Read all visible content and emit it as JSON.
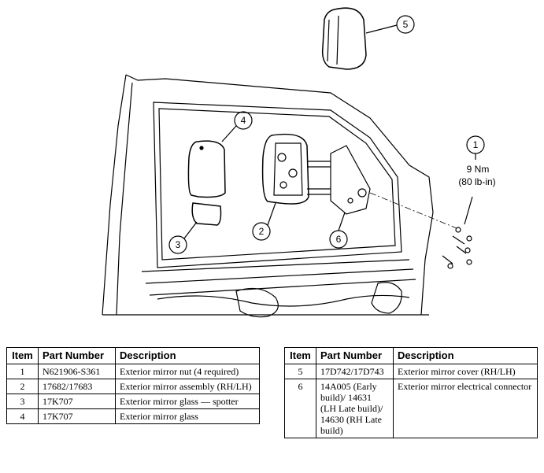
{
  "callouts": [
    {
      "label": "1"
    },
    {
      "label": "2"
    },
    {
      "label": "3"
    },
    {
      "label": "4"
    },
    {
      "label": "5"
    },
    {
      "label": "6"
    }
  ],
  "torque": {
    "line1": "9 Nm",
    "line2": "(80 lb-in)"
  },
  "table_headers": {
    "item": "Item",
    "part": "Part Number",
    "desc": "Description"
  },
  "table_left": [
    {
      "item": "1",
      "part": "N621906-S361",
      "desc": "Exterior mirror nut (4 required)"
    },
    {
      "item": "2",
      "part": "17682/17683",
      "desc": "Exterior mirror assembly (RH/LH)"
    },
    {
      "item": "3",
      "part": "17K707",
      "desc": "Exterior mirror glass — spotter"
    },
    {
      "item": "4",
      "part": "17K707",
      "desc": "Exterior mirror glass"
    }
  ],
  "table_right": [
    {
      "item": "5",
      "part": "17D742/17D743",
      "desc": "Exterior mirror cover (RH/LH)"
    },
    {
      "item": "6",
      "part": "14A005 (Early build)/ 14631 (LH Late build)/ 14630 (RH Late build)",
      "desc": "Exterior mirror electrical connector"
    }
  ]
}
